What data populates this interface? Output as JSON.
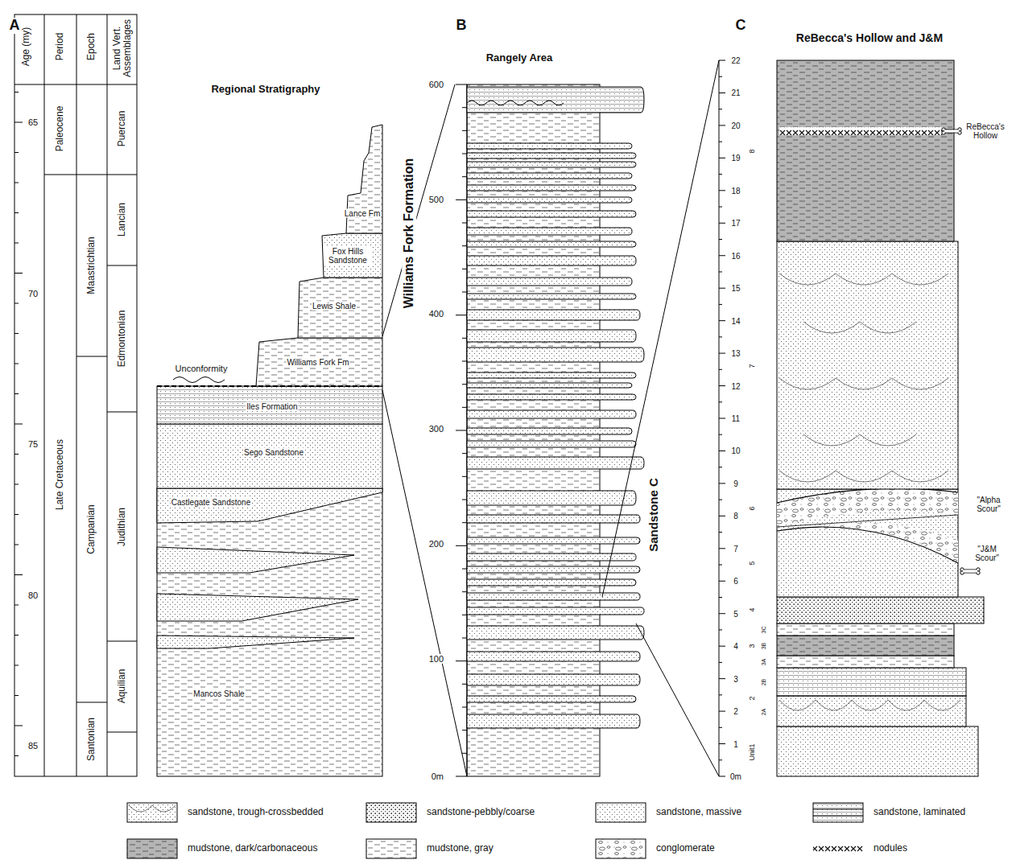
{
  "diagram": {
    "labels": [
      "A",
      "Age (my)",
      "Period",
      "Epoch",
      "Land Vert. Assemblages",
      "Regional Stratigraphy",
      "65",
      "70",
      "75",
      "80",
      "85",
      "Paleocene",
      "Late Cretaceous",
      "Maastrichtian",
      "Campanian",
      "Santonian",
      "Puercan",
      "Lancian",
      "Edmontonian",
      "Judithian",
      "Aquilian",
      "Lance Fm",
      "Fox Hills Sandstone",
      "Lewis Shale",
      "Williams Fork Fm",
      "Unconformity",
      "Iles Formation",
      "Sego Sandstone",
      "Castlegate Sandstone",
      "Mancos Shale",
      "B",
      "Rangely Area",
      "Williams Fork Formation",
      "Sandstone C",
      "600",
      "500",
      "400",
      "300",
      "200",
      "100",
      "0m",
      "C",
      "ReBecca's Hollow and J&M",
      "22",
      "21",
      "20",
      "19",
      "18",
      "17",
      "16",
      "15",
      "14",
      "13",
      "12",
      "11",
      "10",
      "9",
      "8",
      "7",
      "6",
      "5",
      "4",
      "3",
      "2",
      "1",
      "0m",
      "Unit1",
      "2",
      "2A",
      "2B",
      "3",
      "3A",
      "3B",
      "3C",
      "4",
      "5",
      "6",
      "7",
      "8",
      "ReBecca's Hollow",
      "\"Alpha Scour\"",
      "\"J&M Scour\""
    ],
    "legend": [
      {
        "text": "sandstone, trough-crossbedded"
      },
      {
        "text": "sandstone-pebbly/coarse"
      },
      {
        "text": "sandstone, massive"
      },
      {
        "text": "sandstone, laminated"
      },
      {
        "text": "mudstone, dark/carbonaceous"
      },
      {
        "text": "mudstone, gray"
      },
      {
        "text": "conglomerate"
      },
      {
        "text": "nodules"
      }
    ]
  }
}
